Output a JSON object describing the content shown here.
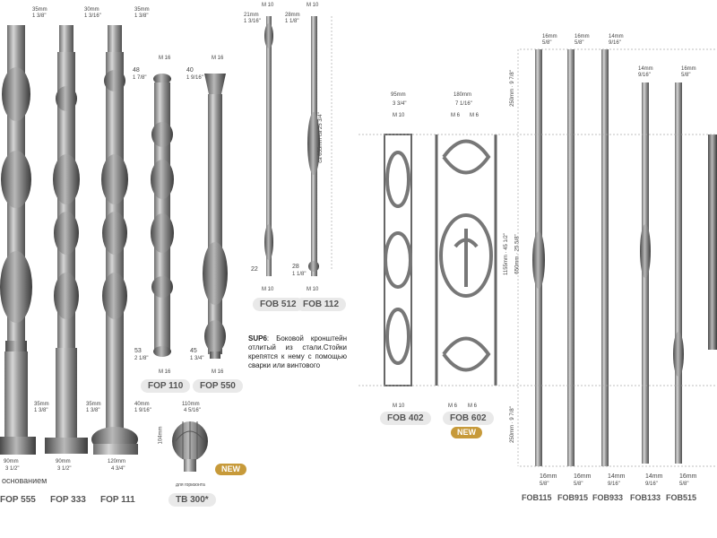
{
  "products": {
    "fop555": {
      "code": "FOP 555",
      "top_size": "35mm",
      "top_size_in": "1 3/8\"",
      "bottom_size": "90mm",
      "bottom_size_in": "3 1/2\""
    },
    "fop333": {
      "code": "FOP 333",
      "top_size": "30mm",
      "top_size_in": "1 3/16\"",
      "mid_size": "35mm",
      "mid_size_in": "1 3/8\"",
      "bottom_size": "90mm",
      "bottom_size_in": "3 1/2\""
    },
    "fop111": {
      "code": "FOP 111",
      "top_size": "35mm",
      "top_size_in": "1 3/8\"",
      "mid_size": "40mm",
      "mid_size_in": "1 9/16\"",
      "bottom_size": "120mm",
      "bottom_size_in": "4 3/4\""
    },
    "fop110": {
      "code": "FOP 110",
      "top_thread": "M 16",
      "top_size": "48",
      "top_size_in": "1 7/8\"",
      "bottom_size": "53",
      "bottom_size_in": "2 1/8\"",
      "bottom_thread": "M 16"
    },
    "fop550": {
      "code": "FOP 550",
      "top_thread": "M 16",
      "top_size": "40",
      "top_size_in": "1 9/16\"",
      "bottom_size": "45",
      "bottom_size_in": "1 3/4\"",
      "bottom_thread": "M 16"
    },
    "fob512": {
      "code": "FOB 512",
      "top_thread": "M 10",
      "top_size": "21mm",
      "top_size_in": "1 3/16\"",
      "bottom_size": "22",
      "bottom_thread": "M 10"
    },
    "fob112": {
      "code": "FOB 112",
      "top_thread": "M 10",
      "top_size": "28mm",
      "top_size_in": "1 1/8\"",
      "height": "ca 655mm ca 25 3/4\"",
      "bottom_size": "28",
      "bottom_size_in": "1 1/8\"",
      "bottom_thread": "M 10"
    },
    "fob402": {
      "code": "FOB 402",
      "width": "95mm",
      "width_in": "3 3/4\"",
      "top_thread": "M 10",
      "bottom_thread": "M 10"
    },
    "fob602": {
      "code": "FOB 602",
      "width": "180mm",
      "width_in": "7 1/16\"",
      "top_thread_l": "M 6",
      "top_thread_r": "M 6",
      "bottom_thread_l": "M 6",
      "bottom_thread_r": "M 6",
      "badge": "NEW"
    },
    "tb300": {
      "code": "TB 300*",
      "width": "110mm",
      "width_in": "4 5/16\"",
      "height": "104mm",
      "caption": "для горизонта",
      "badge": "NEW"
    }
  },
  "left_caption": "основанием",
  "sup6_note": {
    "bold": "SUP6",
    "text": ": Боковой кронштейн отлитый из стали.Стойки крепятся к нему с помощью сварки или винтового"
  },
  "right_dims": {
    "top": "250mm · 9 7/8\"",
    "middle": "1155mm · 45 1/2\"",
    "middle2": "650mm · 25 5/8\"",
    "bottom": "250mm · 9 7/8\""
  },
  "balusters": [
    {
      "code": "FOB115",
      "top_size": "16mm",
      "top_in": "5/8\"",
      "bottom_size": "16mm",
      "bottom_in": "5/8\""
    },
    {
      "code": "FOB915",
      "top_size": "16mm",
      "top_in": "5/8\"",
      "bottom_size": "16mm",
      "bottom_in": "5/8\""
    },
    {
      "code": "FOB933",
      "top_size": "14mm",
      "top_in": "9/16\"",
      "bottom_size": "14mm",
      "bottom_in": "9/16\""
    },
    {
      "code": "FOB133",
      "top_size": "14mm",
      "top_in": "9/16\"",
      "bottom_size": "14mm",
      "bottom_in": "9/16\""
    },
    {
      "code": "FOB515",
      "top_size": "16mm",
      "top_in": "5/8\"",
      "bottom_size": "16mm",
      "bottom_in": "5/8\""
    }
  ]
}
